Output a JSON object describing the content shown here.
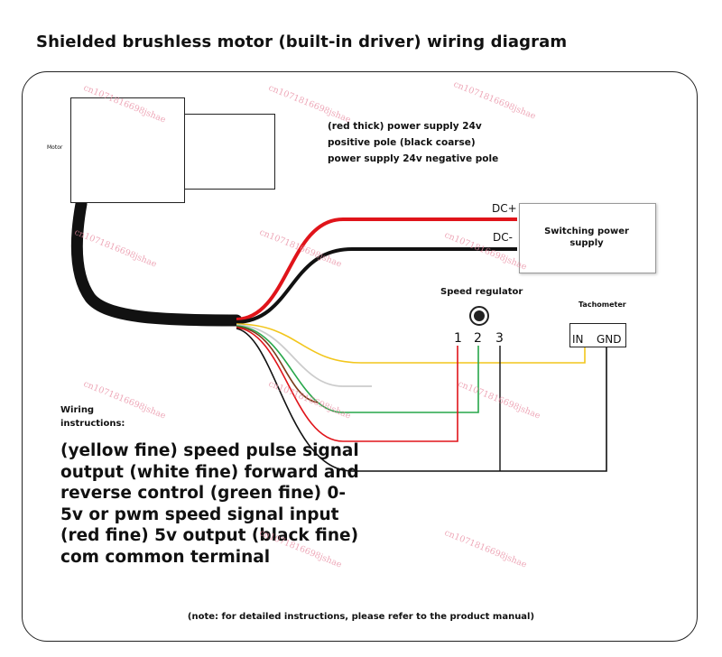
{
  "title": "Shielded brushless motor (built-in driver) wiring diagram",
  "motor": {
    "label": "Motor"
  },
  "power_note": {
    "line1": "(red thick) power supply 24v",
    "line2": "positive pole (black coarse)",
    "line3": "power supply 24v negative pole"
  },
  "power_supply": {
    "label": "Switching power supply",
    "dc_plus": "DC+",
    "dc_minus": "DC-"
  },
  "speed_regulator": {
    "label": "Speed regulator",
    "pins": [
      "1",
      "2",
      "3"
    ]
  },
  "tachometer": {
    "label": "Tachometer",
    "in_label": "IN",
    "gnd_label": "GND"
  },
  "wiring_instructions": {
    "heading": "Wiring instructions:",
    "body": "(yellow fine) speed pulse signal output (white fine) forward and reverse control (green fine) 0-5v or pwm speed signal input (red fine) 5v output (black fine) com common terminal"
  },
  "bottom_note": "(note: for detailed instructions, please refer to the product manual)",
  "watermark": "cn1071816698jshae",
  "colors": {
    "red_wire": "#e0141a",
    "black_wire": "#111111",
    "yellow_wire": "#f2c61c",
    "white_wire": "#cccccc",
    "green_wire": "#27a74a",
    "brown_wire": "#7a3b1a",
    "watermark": "#e88aa0"
  }
}
